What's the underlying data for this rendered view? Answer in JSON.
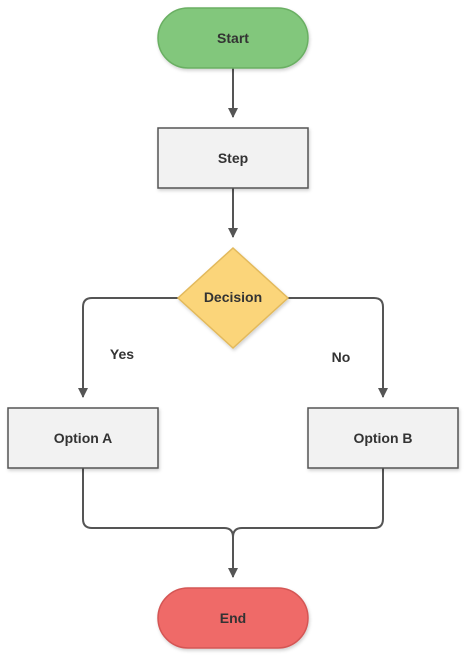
{
  "diagram": {
    "type": "flowchart",
    "nodes": {
      "start": {
        "label": "Start",
        "shape": "terminator",
        "fill": "#82c77b",
        "stroke": "#6aaf63"
      },
      "step": {
        "label": "Step",
        "shape": "process",
        "fill": "#f2f2f2",
        "stroke": "#555555"
      },
      "decision": {
        "label": "Decision",
        "shape": "decision",
        "fill": "#fbd57a",
        "stroke": "#e2b95c"
      },
      "option_a": {
        "label": "Option A",
        "shape": "process",
        "fill": "#f2f2f2",
        "stroke": "#555555"
      },
      "option_b": {
        "label": "Option B",
        "shape": "process",
        "fill": "#f2f2f2",
        "stroke": "#555555"
      },
      "end": {
        "label": "End",
        "shape": "terminator",
        "fill": "#ef6a68",
        "stroke": "#d45654"
      }
    },
    "edges": [
      {
        "from": "start",
        "to": "step",
        "label": ""
      },
      {
        "from": "step",
        "to": "decision",
        "label": ""
      },
      {
        "from": "decision",
        "to": "option_a",
        "label": "Yes"
      },
      {
        "from": "decision",
        "to": "option_b",
        "label": "No"
      },
      {
        "from": "option_a",
        "to": "end",
        "label": ""
      },
      {
        "from": "option_b",
        "to": "end",
        "label": ""
      }
    ],
    "edge_labels": {
      "yes": "Yes",
      "no": "No"
    },
    "connector_color": "#555555"
  }
}
